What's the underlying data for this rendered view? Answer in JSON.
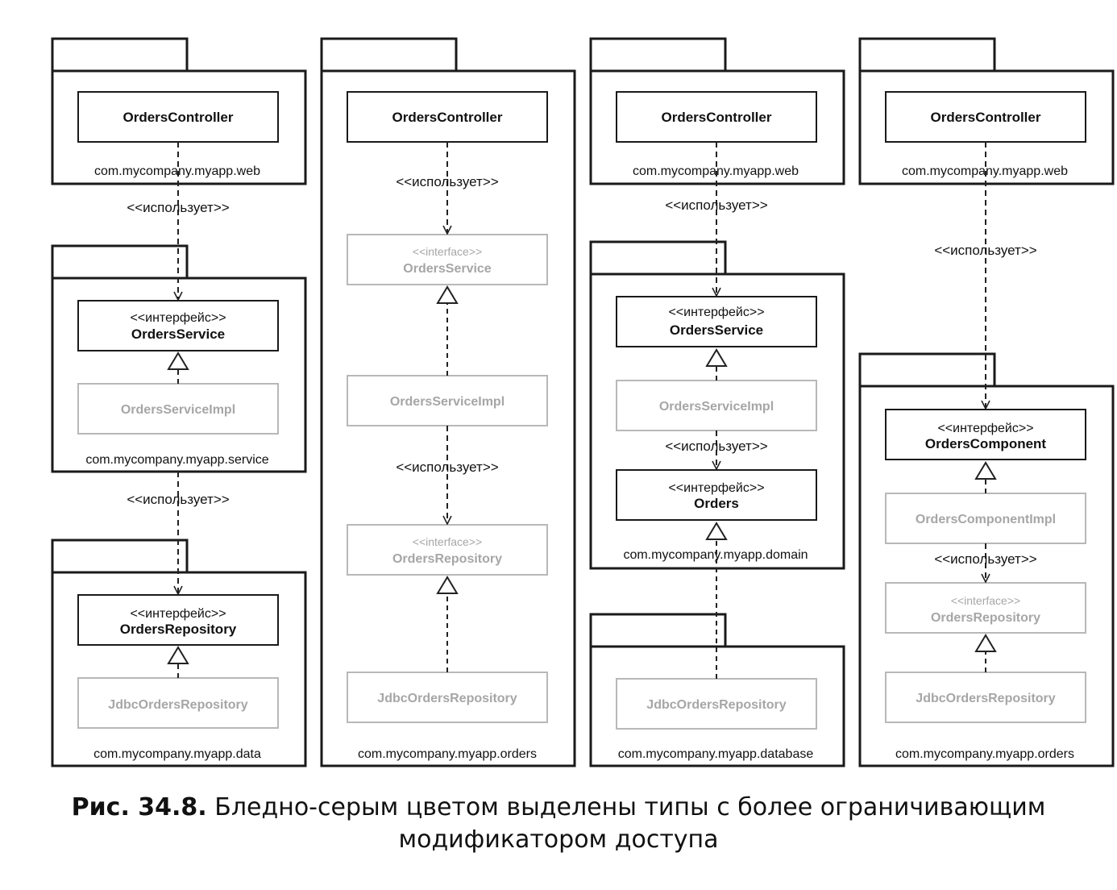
{
  "labels": {
    "uses": "<<использует>>",
    "interface_ru": "<<интерфейс>>",
    "interface_en": "<<interface>>"
  },
  "diagrams": [
    {
      "packages": [
        {
          "name": "com.mycompany.myapp.web"
        },
        {
          "name": "com.mycompany.myapp.service"
        },
        {
          "name": "com.mycompany.myapp.data"
        }
      ],
      "classes": [
        {
          "name": "OrdersController",
          "stereotype": "",
          "style": "public"
        },
        {
          "name": "OrdersService",
          "stereotype": "<<интерфейс>>",
          "style": "public"
        },
        {
          "name": "OrdersServiceImpl",
          "stereotype": "",
          "style": "restricted"
        },
        {
          "name": "OrdersRepository",
          "stereotype": "<<интерфейс>>",
          "style": "public"
        },
        {
          "name": "JdbcOrdersRepository",
          "stereotype": "",
          "style": "restricted"
        }
      ]
    },
    {
      "packages": [
        {
          "name": "com.mycompany.myapp.orders"
        }
      ],
      "classes": [
        {
          "name": "OrdersController",
          "stereotype": "",
          "style": "public"
        },
        {
          "name": "OrdersService",
          "stereotype": "<<interface>>",
          "style": "restricted"
        },
        {
          "name": "OrdersServiceImpl",
          "stereotype": "",
          "style": "restricted"
        },
        {
          "name": "OrdersRepository",
          "stereotype": "<<interface>>",
          "style": "restricted"
        },
        {
          "name": "JdbcOrdersRepository",
          "stereotype": "",
          "style": "restricted"
        }
      ]
    },
    {
      "packages": [
        {
          "name": "com.mycompany.myapp.web"
        },
        {
          "name": "com.mycompany.myapp.domain"
        },
        {
          "name": "com.mycompany.myapp.database"
        }
      ],
      "classes": [
        {
          "name": "OrdersController",
          "stereotype": "",
          "style": "public"
        },
        {
          "name": "OrdersService",
          "stereotype": "<<интерфейс>>",
          "style": "public"
        },
        {
          "name": "OrdersServiceImpl",
          "stereotype": "",
          "style": "restricted"
        },
        {
          "name": "Orders",
          "stereotype": "<<интерфейс>>",
          "style": "public"
        },
        {
          "name": "JdbcOrdersRepository",
          "stereotype": "",
          "style": "restricted"
        }
      ]
    },
    {
      "packages": [
        {
          "name": "com.mycompany.myapp.web"
        },
        {
          "name": "com.mycompany.myapp.orders"
        }
      ],
      "classes": [
        {
          "name": "OrdersController",
          "stereotype": "",
          "style": "public"
        },
        {
          "name": "OrdersComponent",
          "stereotype": "<<интерфейс>>",
          "style": "public"
        },
        {
          "name": "OrdersComponentImpl",
          "stereotype": "",
          "style": "restricted"
        },
        {
          "name": "OrdersRepository",
          "stereotype": "<<interface>>",
          "style": "restricted"
        },
        {
          "name": "JdbcOrdersRepository",
          "stereotype": "",
          "style": "restricted"
        }
      ]
    }
  ],
  "caption": {
    "label": "Рис. 34.8.",
    "text": "Бледно-серым цветом выделены типы с более ограничивающим",
    "text2": "модификатором доступа"
  },
  "colors": {
    "public_border": "#1a1a1a",
    "public_text": "#111111",
    "restricted_border": "#b8b8b8",
    "restricted_text": "#a6a6a6"
  }
}
